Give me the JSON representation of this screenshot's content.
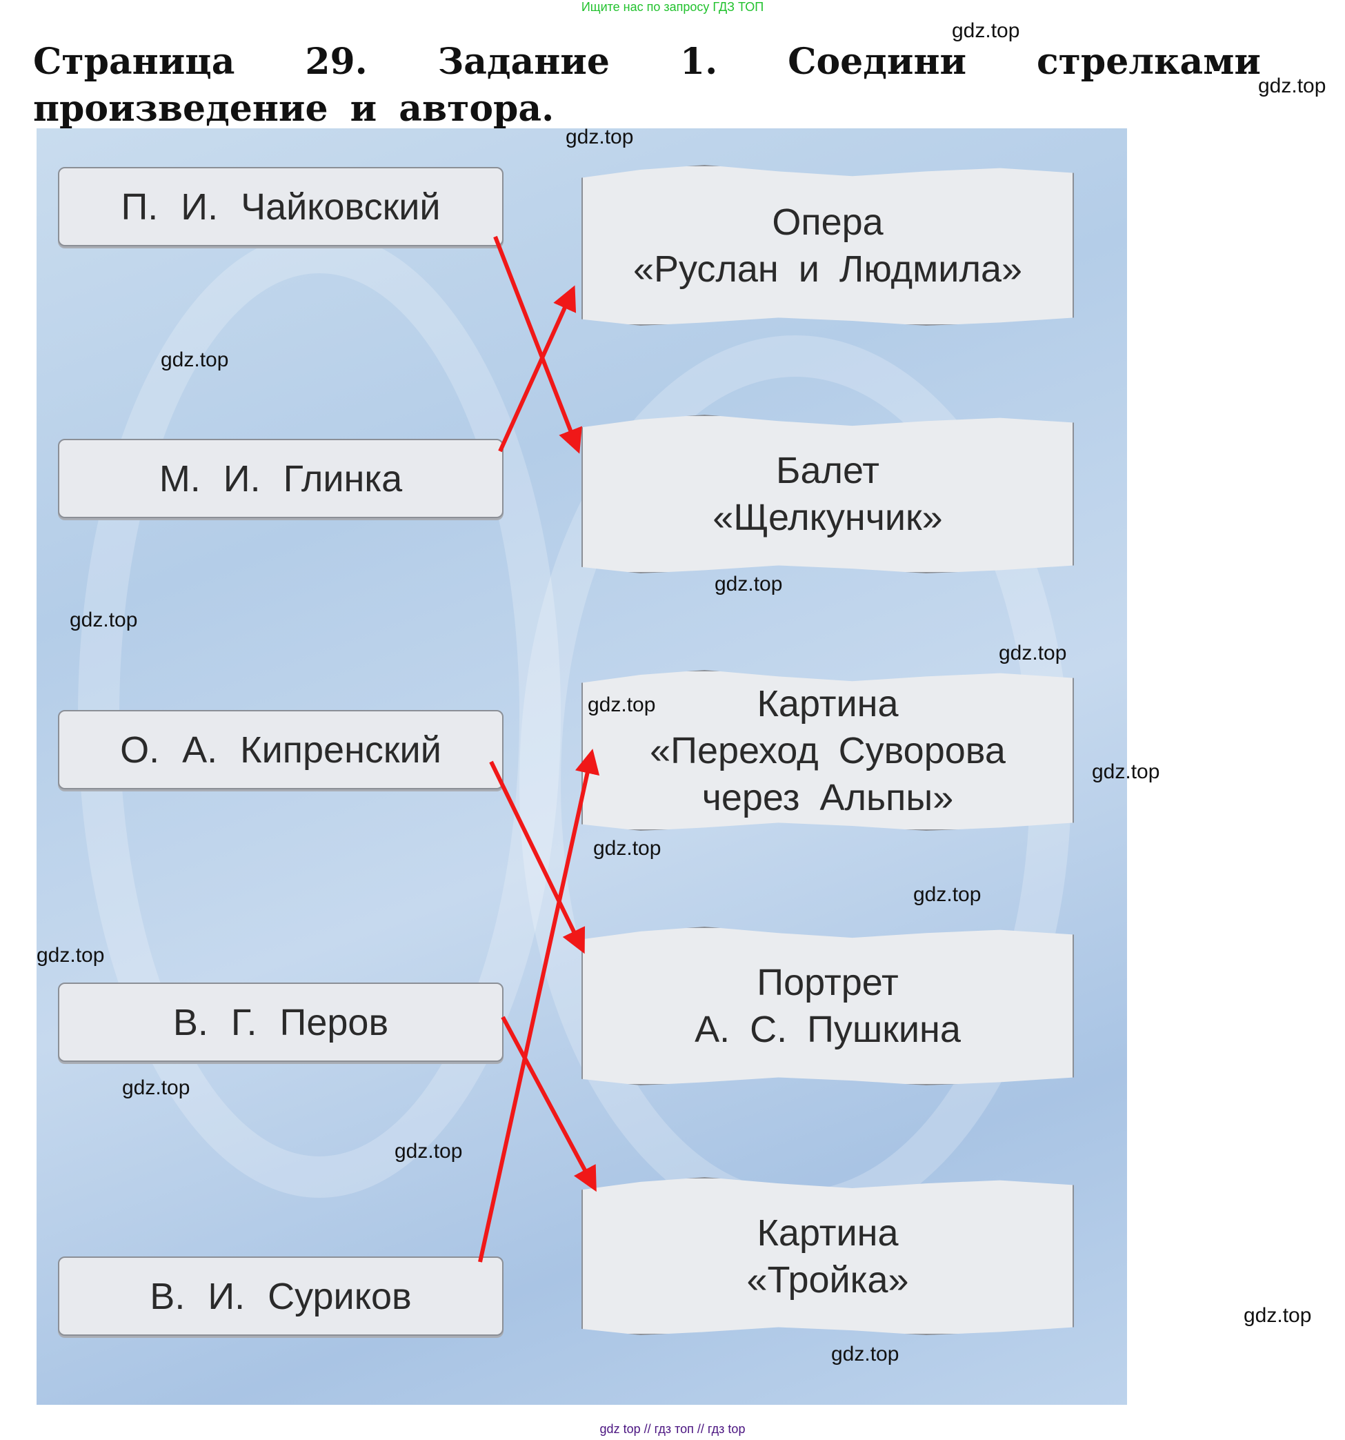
{
  "header_note": "Ищите нас по запросу ГДЗ ТОП",
  "title": "Страница 29. Задание 1. Соедини стрелками произведение и автора.",
  "authors": [
    "П. И. Чайковский",
    "М. И. Глинка",
    "О. А. Кипренский",
    "В. Г. Перов",
    "В. И. Суриков"
  ],
  "works": [
    {
      "lines": [
        "Опера",
        "«Руслан и Людмила»"
      ]
    },
    {
      "lines": [
        "Балет",
        "«Щелкунчик»"
      ]
    },
    {
      "lines": [
        "Картина",
        "«Переход Суворова",
        "через Альпы»"
      ]
    },
    {
      "lines": [
        "Портрет",
        "А. С. Пушкина"
      ]
    },
    {
      "lines": [
        "Картина",
        "«Тройка»"
      ]
    }
  ],
  "matches": [
    {
      "author": "П. И. Чайковский",
      "work": "Балет «Щелкунчик»"
    },
    {
      "author": "М. И. Глинка",
      "work": "Опера «Руслан и Людмила»"
    },
    {
      "author": "О. А. Кипренский",
      "work": "Портрет А. С. Пушкина"
    },
    {
      "author": "В. Г. Перов",
      "work": "Картина «Тройка»"
    },
    {
      "author": "В. И. Суриков",
      "work": "Картина «Переход Суворова через Альпы»"
    }
  ],
  "arrow_color": "#f01818",
  "watermark": "gdz.top",
  "footer_note": "gdz top // гдз топ // гдз top"
}
